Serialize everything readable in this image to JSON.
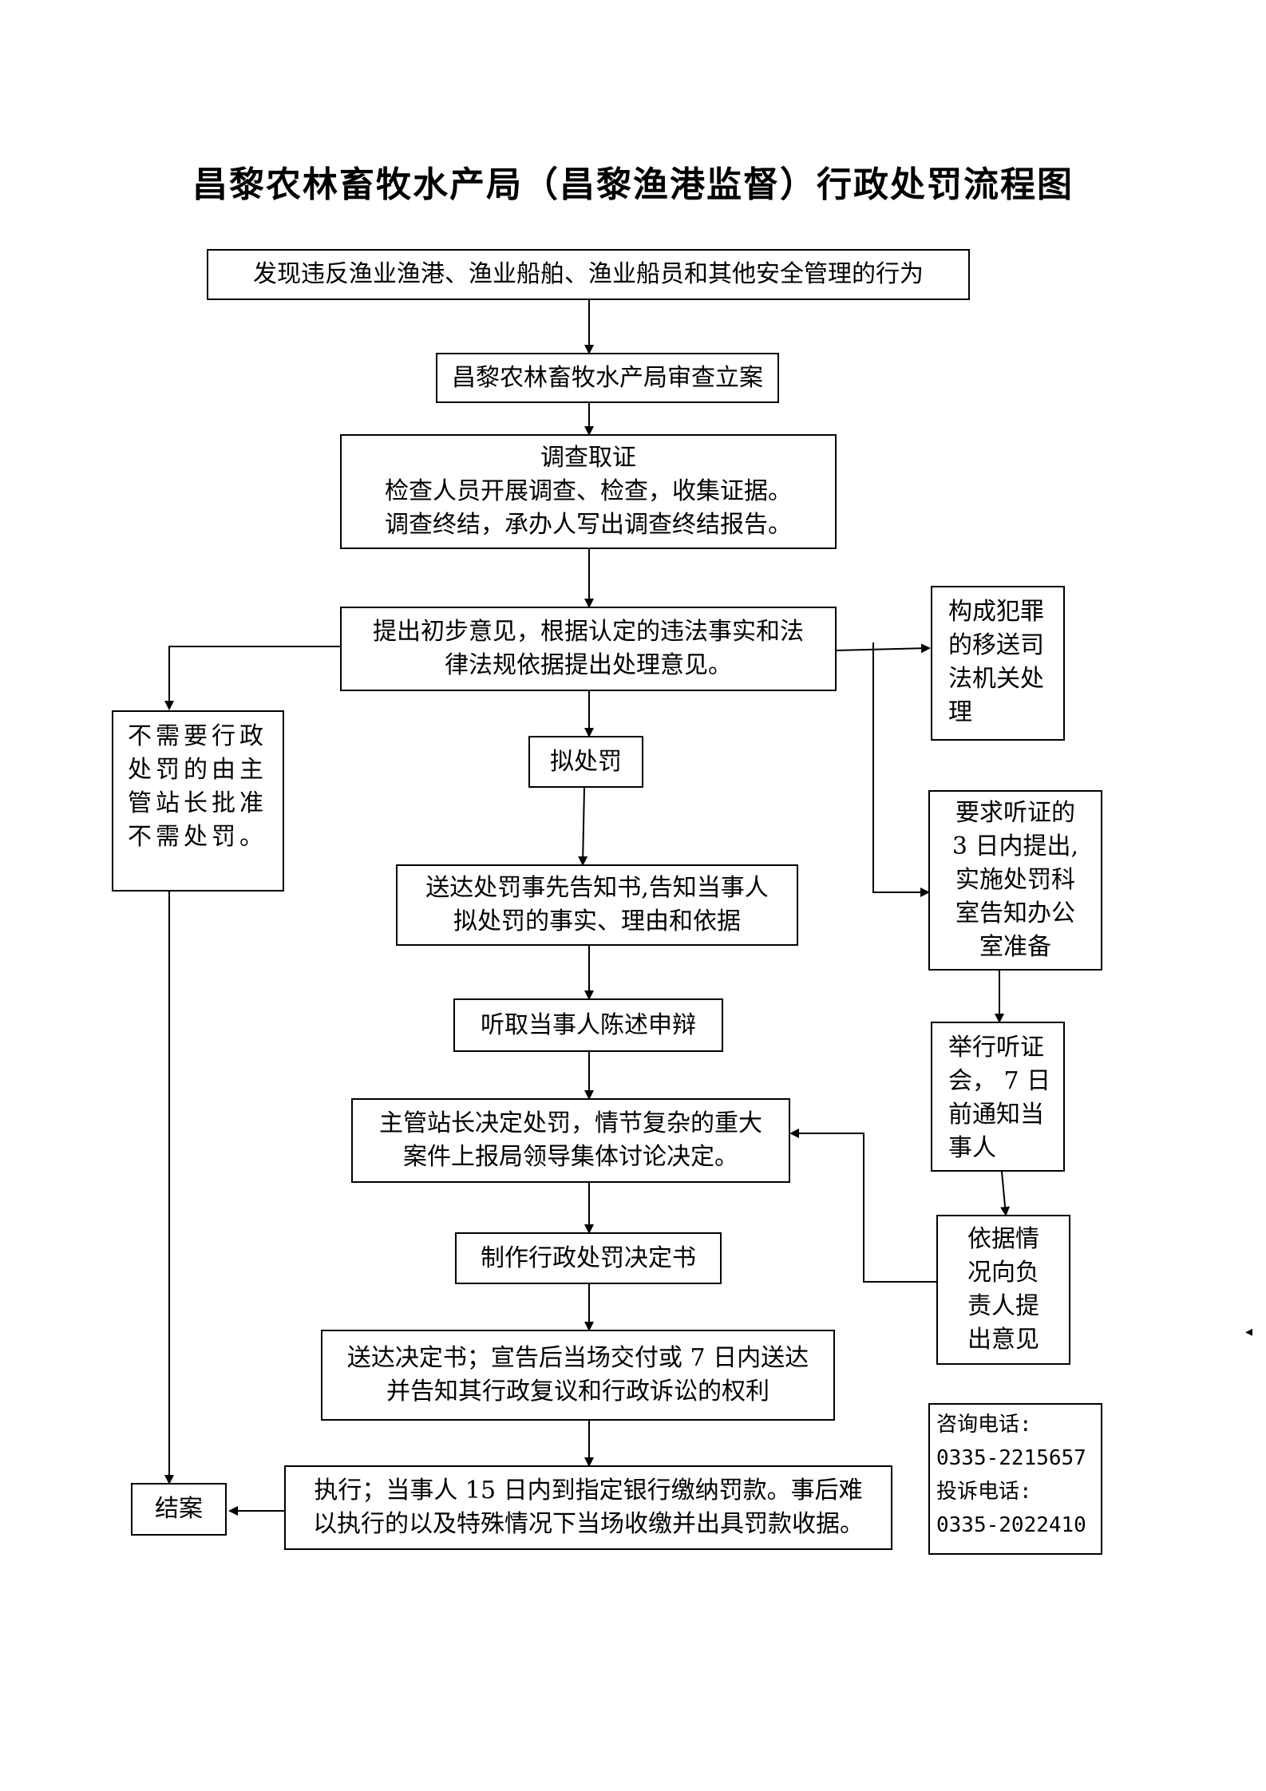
{
  "title": "昌黎农林畜牧水产局（昌黎渔港监督）行政处罚流程图",
  "nodes": {
    "discover": [
      "发现违反渔业渔港、渔业船舶、渔业船员和其他安全管理的行为"
    ],
    "register": [
      "昌黎农林畜牧水产局审查立案"
    ],
    "investigate": [
      "调查取证",
      "检查人员开展调查、检查，收集证据。",
      "调查终结，承办人写出调查终结报告。"
    ],
    "opinion": [
      "提出初步意见，根据认定的违法事实和法",
      "律法规依据提出处理意见。"
    ],
    "crime": [
      "构成犯罪",
      "的移送司",
      "法机关处",
      "理"
    ],
    "no_penalty": [
      "不需要行政",
      "处罚的由主",
      "管站长批准",
      "不需处罚。"
    ],
    "propose": [
      "拟处罚"
    ],
    "notice": [
      "送达处罚事先告知书,告知当事人",
      "拟处罚的事实、理由和依据"
    ],
    "hearing_request": [
      "要求听证的",
      "3 日内提出,",
      "实施处罚科",
      "室告知办公",
      "室准备"
    ],
    "statement": [
      "听取当事人陈述申辩"
    ],
    "hold_hearing": [
      "举行听证",
      "会， 7 日",
      "前通知当",
      "事人"
    ],
    "decide": [
      "主管站长决定处罚，情节复杂的重大",
      "案件上报局领导集体讨论决定。"
    ],
    "report": [
      "依据情",
      "况向负",
      "责人提",
      "出意见"
    ],
    "make_decision": [
      "制作行政处罚决定书"
    ],
    "deliver": [
      "送达决定书；宣告后当场交付或 7 日内送达",
      "并告知其行政复议和行政诉讼的权利"
    ],
    "execute": [
      "执行；当事人 15 日内到指定银行缴纳罚款。事后难",
      "以执行的以及特殊情况下当场收缴并出具罚款收据。"
    ],
    "close": [
      "结案"
    ]
  },
  "contact": {
    "consult_label": "咨询电话:",
    "consult_phone": "0335-2215657",
    "complaint_label": "投诉电话:",
    "complaint_phone": "0335-2022410"
  },
  "marker": "◂"
}
